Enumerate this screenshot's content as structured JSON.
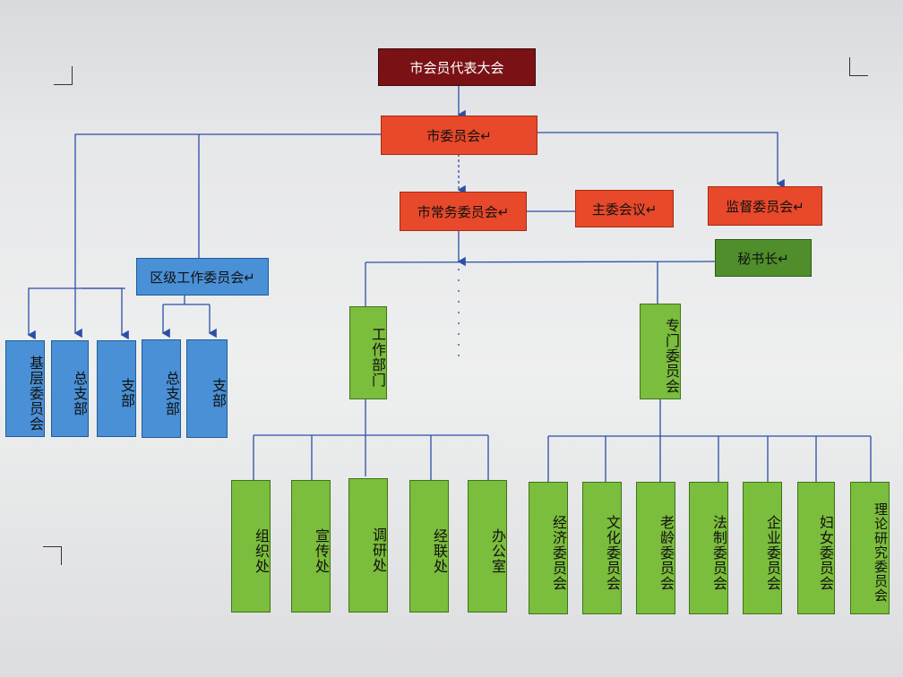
{
  "org": {
    "congress": "市会员代表大会",
    "committee": "市委员会↵",
    "standing": "市常务委员会↵",
    "chair_meeting": "主委会议↵",
    "supervision": "监督委员会↵",
    "secretary": "秘书长↵",
    "district": "区级工作委员会↵",
    "left_units": [
      "基层委员会",
      "总支部",
      "支部"
    ],
    "district_units": [
      "总支部",
      "支部"
    ],
    "work_dept": "工作部门",
    "special_committees": "专门委员会",
    "departments": [
      "组织处",
      "宣传处",
      "调研处",
      "经联处",
      "办公室"
    ],
    "committees": [
      "经济委员会",
      "文化委员会",
      "老龄委员会",
      "法制委员会",
      "企业委员会",
      "妇女委员会",
      "理论研究委员会"
    ]
  },
  "colors": {
    "top": "#7a1215",
    "leadership": "#e8492a",
    "grassroots": "#4a90d6",
    "departments": "#7bbd3c",
    "secretary": "#4f8e2b",
    "connector": "#2b4fa8"
  }
}
